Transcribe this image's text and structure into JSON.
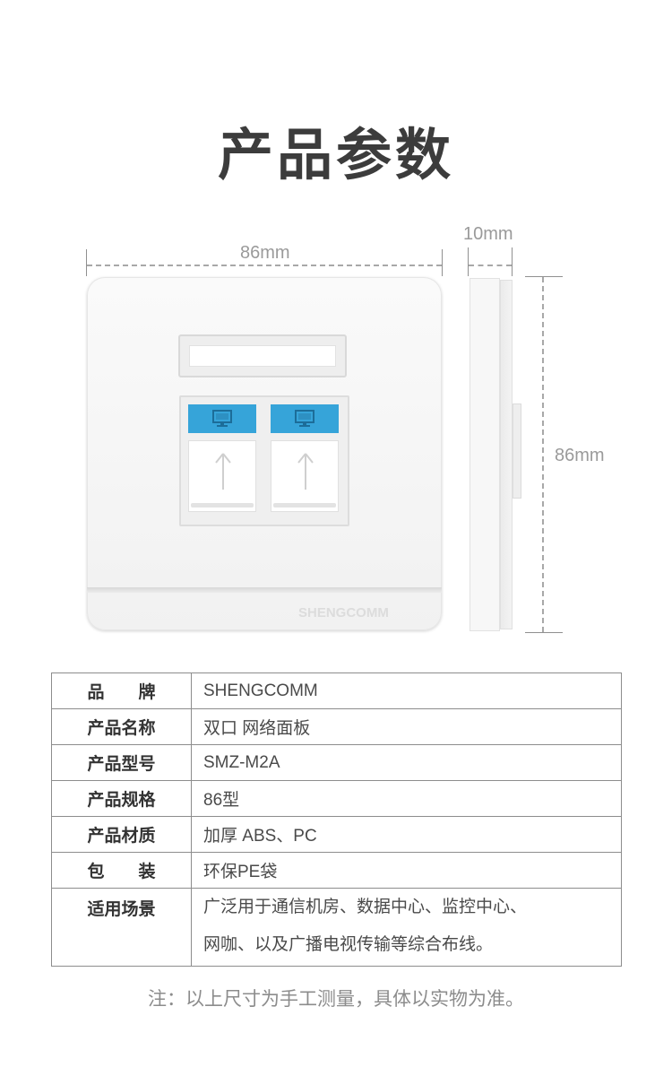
{
  "title": "产品参数",
  "dimensions": {
    "width": "86mm",
    "depth": "10mm",
    "height": "86mm"
  },
  "panel": {
    "brand_mark": "SHENGCOMM",
    "port_count": 2,
    "port_icon": "computer-monitor-icon",
    "port_arrow": "up-arrow-icon",
    "colors": {
      "port_tag": "#36a4d9",
      "panel": "#f4f4f4"
    }
  },
  "specs": [
    {
      "key": "品　　牌",
      "value": "SHENGCOMM"
    },
    {
      "key": "产品名称",
      "value": "双口 网络面板"
    },
    {
      "key": "产品型号",
      "value": "SMZ-M2A"
    },
    {
      "key": "产品规格",
      "value": "86型"
    },
    {
      "key": "产品材质",
      "value": "加厚 ABS、PC"
    },
    {
      "key": "包　　装",
      "value": "环保PE袋"
    },
    {
      "key": "适用场景",
      "value_lines": [
        "广泛用于通信机房、数据中心、监控中心、",
        "网咖、以及广播电视传输等综合布线。"
      ]
    }
  ],
  "note": "注：以上尺寸为手工测量，具体以实物为准。"
}
